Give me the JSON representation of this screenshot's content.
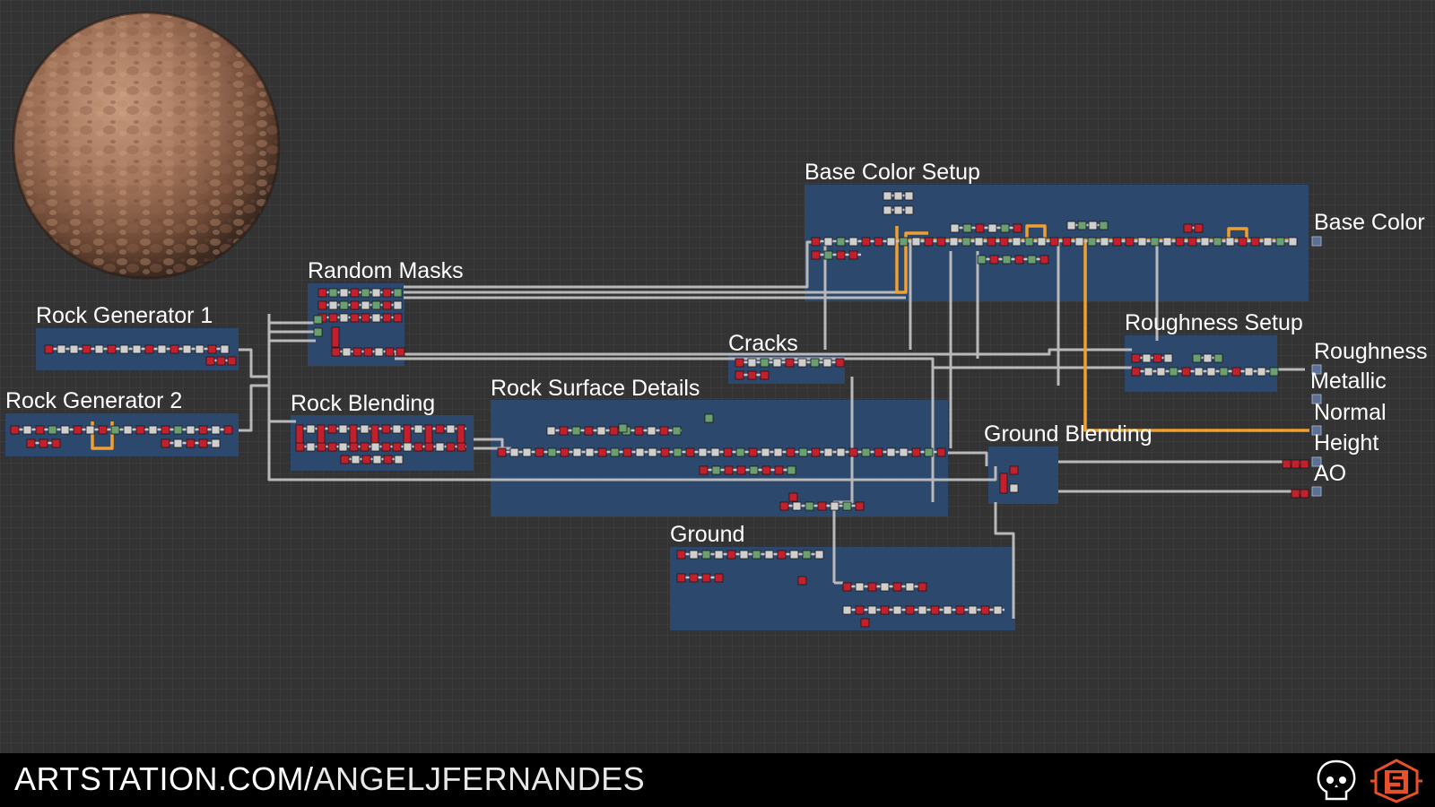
{
  "frames": [
    {
      "id": "rock-generator-1",
      "title": "Rock Generator 1"
    },
    {
      "id": "rock-generator-2",
      "title": "Rock Generator 2"
    },
    {
      "id": "random-masks",
      "title": "Random Masks"
    },
    {
      "id": "rock-blending",
      "title": "Rock Blending"
    },
    {
      "id": "rock-surface-details",
      "title": "Rock Surface Details"
    },
    {
      "id": "cracks",
      "title": "Cracks"
    },
    {
      "id": "ground",
      "title": "Ground"
    },
    {
      "id": "ground-blending",
      "title": "Ground Blending"
    },
    {
      "id": "base-color-setup",
      "title": "Base Color Setup"
    },
    {
      "id": "roughness-setup",
      "title": "Roughness Setup"
    }
  ],
  "outputs": [
    "Base Color",
    "Roughness",
    "Metallic",
    "Normal",
    "Height",
    "AO"
  ],
  "footer": {
    "site": "ARTSTATION.COM/",
    "user": "ANGELJFERNANDES"
  },
  "icons": {
    "skull": "skull-logo-icon",
    "sd": "substance-designer-logo-icon"
  },
  "colors": {
    "background": "#333333",
    "frame": "#2c4a72",
    "wire": "#b9b9b9",
    "highlight_wire": "#f0a030",
    "node_red": "#c41f2c",
    "node_green": "#6aa071",
    "footer": "#000000"
  }
}
